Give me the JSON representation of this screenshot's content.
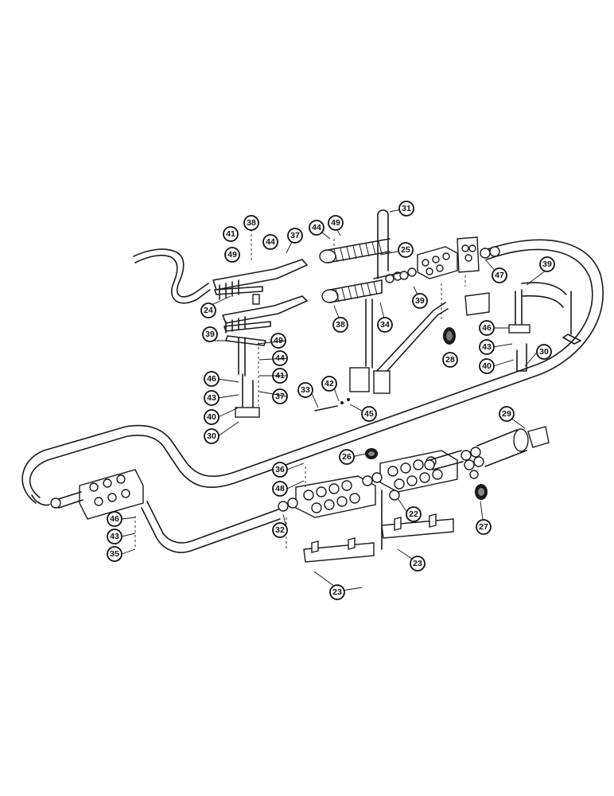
{
  "callouts": [
    {
      "id": "c31",
      "label": "31"
    },
    {
      "id": "c38a",
      "label": "38"
    },
    {
      "id": "c41a",
      "label": "41"
    },
    {
      "id": "c44a",
      "label": "44"
    },
    {
      "id": "c49a",
      "label": "49"
    },
    {
      "id": "c37a",
      "label": "37"
    },
    {
      "id": "c44b",
      "label": "44"
    },
    {
      "id": "c49b",
      "label": "49"
    },
    {
      "id": "c25",
      "label": "25"
    },
    {
      "id": "c49c",
      "label": "49"
    },
    {
      "id": "c24",
      "label": "24"
    },
    {
      "id": "c47",
      "label": "47"
    },
    {
      "id": "c39a",
      "label": "39"
    },
    {
      "id": "c39b",
      "label": "39"
    },
    {
      "id": "c38b",
      "label": "38"
    },
    {
      "id": "c34",
      "label": "34"
    },
    {
      "id": "c39c",
      "label": "39"
    },
    {
      "id": "c46a",
      "label": "46"
    },
    {
      "id": "c43a",
      "label": "43"
    },
    {
      "id": "c28",
      "label": "28"
    },
    {
      "id": "c30a",
      "label": "30"
    },
    {
      "id": "c40a",
      "label": "40"
    },
    {
      "id": "c49d",
      "label": "49"
    },
    {
      "id": "c44c",
      "label": "44"
    },
    {
      "id": "c41b",
      "label": "41"
    },
    {
      "id": "c46b",
      "label": "46"
    },
    {
      "id": "c43b",
      "label": "43"
    },
    {
      "id": "c37b",
      "label": "37"
    },
    {
      "id": "c40b",
      "label": "40"
    },
    {
      "id": "c30b",
      "label": "30"
    },
    {
      "id": "c33",
      "label": "33"
    },
    {
      "id": "c42",
      "label": "42"
    },
    {
      "id": "c45",
      "label": "45"
    },
    {
      "id": "c29",
      "label": "29"
    },
    {
      "id": "c26",
      "label": "26"
    },
    {
      "id": "c36",
      "label": "36"
    },
    {
      "id": "c48",
      "label": "48"
    },
    {
      "id": "c22",
      "label": "22"
    },
    {
      "id": "c27",
      "label": "27"
    },
    {
      "id": "c32",
      "label": "32"
    },
    {
      "id": "c46c",
      "label": "46"
    },
    {
      "id": "c43c",
      "label": "43"
    },
    {
      "id": "c35",
      "label": "35"
    },
    {
      "id": "c23a",
      "label": "23"
    },
    {
      "id": "c23b",
      "label": "23"
    }
  ]
}
